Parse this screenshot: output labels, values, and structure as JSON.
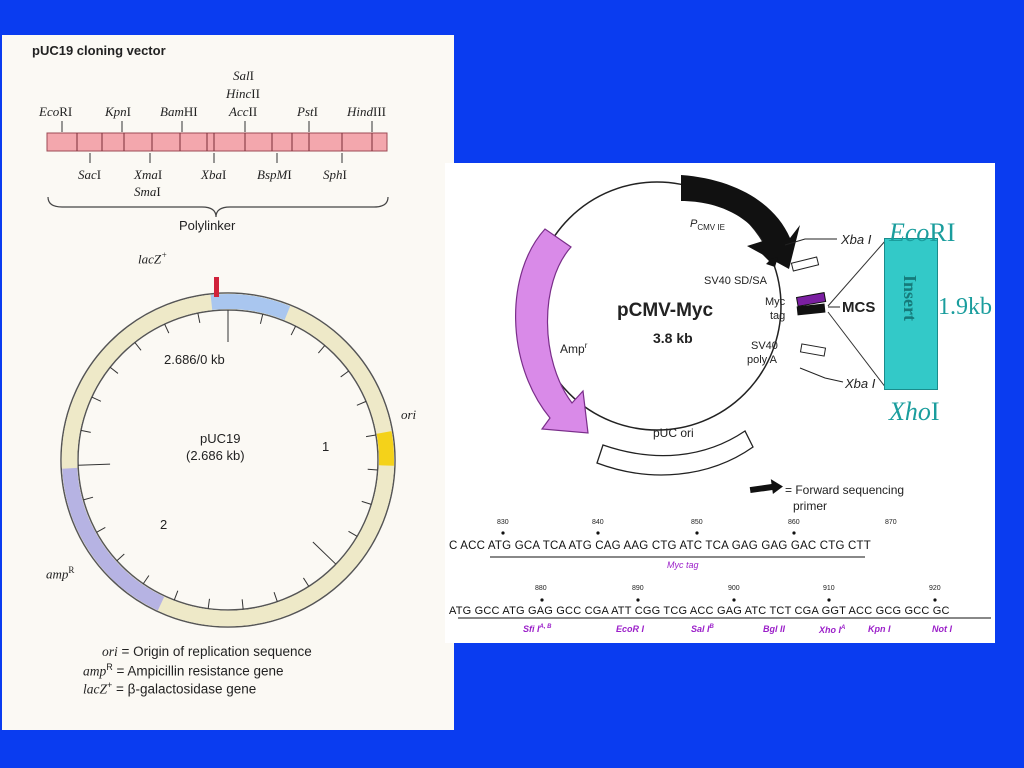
{
  "left_panel": {
    "title": "pUC19 cloning vector",
    "top_sites": [
      {
        "it": "Eco",
        "rn": "RI"
      },
      {
        "it": "Kpn",
        "rn": "I"
      },
      {
        "it": "Bam",
        "rn": "HI"
      },
      {
        "it": "Acc",
        "rn": "II"
      },
      {
        "it": "Pst",
        "rn": "I"
      },
      {
        "it": "Hind",
        "rn": "III"
      }
    ],
    "stack_sites": [
      {
        "it": "Sal",
        "rn": "I"
      },
      {
        "it": "Hinc",
        "rn": "II"
      }
    ],
    "bottom_sites": [
      {
        "it": "Sac",
        "rn": "I"
      },
      {
        "it": "Xma",
        "rn": "I"
      },
      {
        "it": "Xba",
        "rn": "I"
      },
      {
        "it": "BspM",
        "rn": "I"
      },
      {
        "it": "Sph",
        "rn": "I"
      }
    ],
    "sma_site": {
      "it": "Sma",
      "rn": "I"
    },
    "polylinker_label": "Polylinker",
    "lacz_label": "lacZ",
    "lacz_sup": "+",
    "plasmid_name": "pUC19",
    "plasmid_size": "(2.686 kb)",
    "origin_label": "2.686/0 kb",
    "mark_1": "1",
    "mark_2": "2",
    "ori_label": "ori",
    "amp_label": "amp",
    "amp_sup": "R",
    "legend": [
      {
        "term": "ori",
        "sup": "",
        "desc": "= Origin of replication sequence"
      },
      {
        "term": "amp",
        "sup": "R",
        "desc": "= Ampicillin resistance gene"
      },
      {
        "term": "lacZ",
        "sup": "+",
        "desc": "= β-galactosidase gene"
      }
    ]
  },
  "right_panel": {
    "plasmid_name": "pCMV-Myc",
    "plasmid_size": "3.8 kb",
    "pcmv_p": "P",
    "pcmv_sub": "CMV IE",
    "xba_top": "Xba I",
    "xba_bottom": "Xba I",
    "sv40sdsa": "SV40 SD/SA",
    "myc_tag_1": "Myc",
    "myc_tag_2": "tag",
    "mcs": "MCS",
    "sv40polya_1": "SV40",
    "sv40polya_2": "poly A",
    "amp_label": "Amp",
    "amp_sup": "r",
    "puc_ori": "pUC ori",
    "fwd_primer_1": "= Forward sequencing",
    "fwd_primer_2": "primer",
    "seq1_numbers": [
      "830",
      "840",
      "850",
      "860",
      "870"
    ],
    "seq1": "C ACC ATG GCA TCA ATG CAG AAG CTG ATC TCA GAG GAG GAC CTG CTT",
    "seq1_label": "Myc tag",
    "seq2_numbers": [
      "880",
      "890",
      "900",
      "910",
      "920"
    ],
    "seq2": "ATG GCC ATG GAG GCC CGA ATT CGG TCG ACC GAG ATC TCT CGA GGT ACC GCG GCC GC",
    "seq2_sites": [
      {
        "name": "Sfi I",
        "sup": "A, B"
      },
      {
        "name": "EcoR I",
        "sup": ""
      },
      {
        "name": "Sal I",
        "sup": "B"
      },
      {
        "name": "Bgl II",
        "sup": ""
      },
      {
        "name": "Xho I",
        "sup": "A"
      },
      {
        "name": "Kpn I",
        "sup": ""
      },
      {
        "name": "Not I",
        "sup": ""
      }
    ]
  },
  "overlay": {
    "ecori_it": "Eco",
    "ecori_rn": "RI",
    "xhoi_it": "Xho",
    "xhoi_rn": "I",
    "insert": "Insert",
    "insert_size": "1.9kb"
  },
  "colors": {
    "background": "#0a3cf0",
    "polylinker": "#f3a7ad",
    "lacz": "#a9c6ef",
    "ori": "#f4d21a",
    "amp": "#b6b3e3",
    "amp_arrow": "#d98ae8",
    "insert": "#33c9c8",
    "site_labels": "#9b1fc9"
  }
}
